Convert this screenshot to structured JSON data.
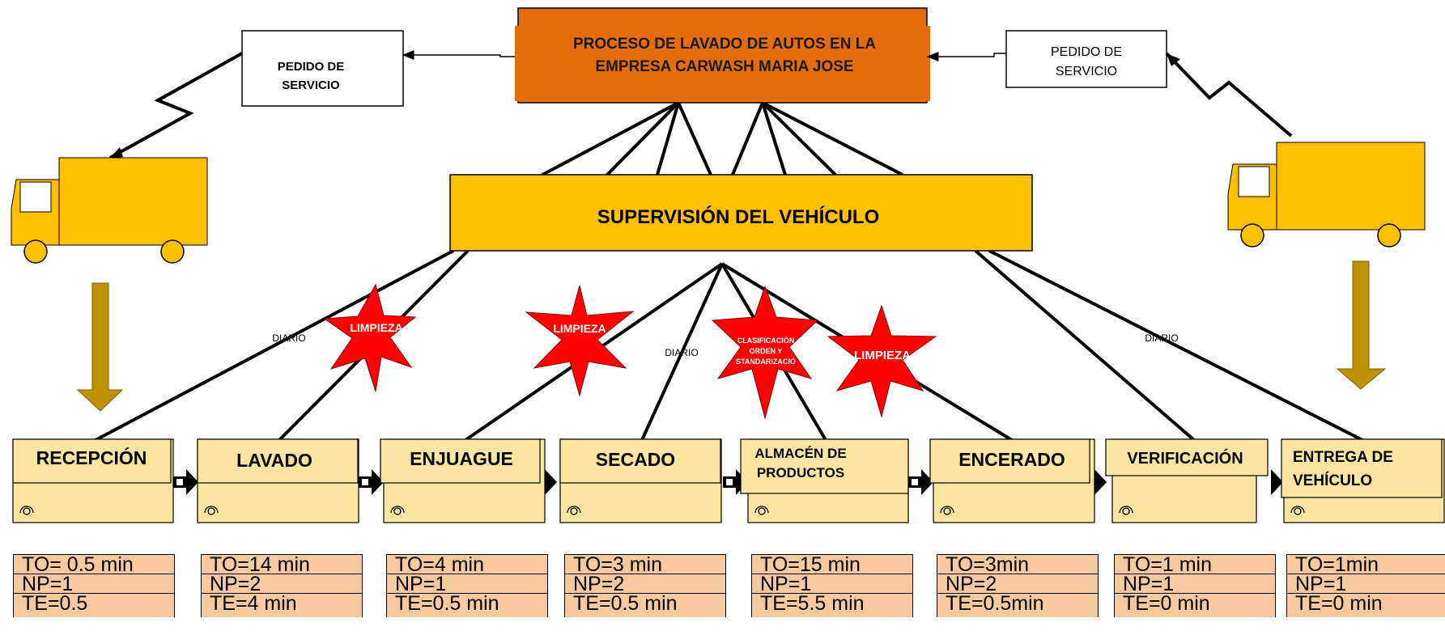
{
  "title": "PROCESO DE LAVADO DE AUTOS EN LA EMPRESA CARWASH MARIA JOSE",
  "title_line1": "PROCESO DE LAVADO DE AUTOS EN LA",
  "title_line2": "EMPRESA CARWASH MARIA JOSE",
  "supervision": "SUPERVISIÓN DEL VEHÍCULO",
  "orders": {
    "left_line1": "PEDIDO DE",
    "left_line2": "SERVICIO",
    "right_line1": "PEDIDO DE",
    "right_line2": "SERVICIO"
  },
  "frequency_labels": [
    "DIARIO",
    "DIARIO",
    "DIARIO"
  ],
  "kaizen_bursts": [
    {
      "lines": [
        "LIMPIEZA"
      ]
    },
    {
      "lines": [
        "LIMPIEZA"
      ]
    },
    {
      "lines": [
        "CLASIFICACIÓN",
        "ORDEN Y",
        "STANDARIZACIÓ"
      ]
    },
    {
      "lines": [
        "LIMPIEZA"
      ]
    }
  ],
  "processes": [
    {
      "name": "RECEPCIÓN",
      "metrics": [
        "TO= 0.5 min",
        "NP=1",
        "TE=0.5"
      ]
    },
    {
      "name": "LAVADO",
      "metrics": [
        "TO=14 min",
        "NP=2",
        "TE=4 min"
      ]
    },
    {
      "name": "ENJUAGUE",
      "metrics": [
        "TO=4 min",
        "NP=1",
        "TE=0.5 min"
      ]
    },
    {
      "name": "SECADO",
      "metrics": [
        "TO=3 min",
        "NP=2",
        "TE=0.5 min"
      ]
    },
    {
      "name": "ALMACÉN DE PRODUCTOS",
      "lines": [
        "ALMACÉN DE",
        "PRODUCTOS"
      ],
      "metrics": [
        "TO=15 min",
        "NP=1",
        "TE=5.5 min"
      ]
    },
    {
      "name": "ENCERADO",
      "metrics": [
        "TO=3min",
        "NP=2",
        "TE=0.5min"
      ]
    },
    {
      "name": "VERIFICACIÓN",
      "metrics": [
        "TO=1 min",
        "NP=1",
        "TE=0 min"
      ]
    },
    {
      "name": "ENTREGA DE VEHÍCULO",
      "lines": [
        "ENTREGA DE",
        "VEHÍCULO"
      ],
      "metrics": [
        "TO=1min",
        "NP=1",
        "TE=0 min"
      ]
    }
  ],
  "colors": {
    "title_box": "#e46c0a",
    "supervision_box": "#ffc000",
    "truck": "#ffc000",
    "shipment_arrow": "#bf9000",
    "process_box": "#fde4a0",
    "metric_box": "#f7c99e",
    "kaizen": "#ff0000"
  }
}
